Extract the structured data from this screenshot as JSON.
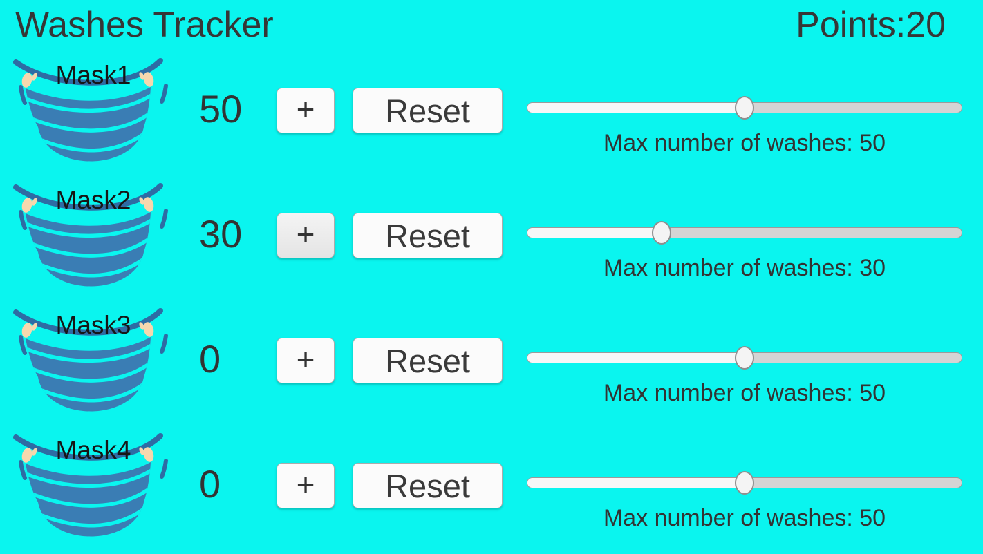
{
  "header": {
    "title": "Washes Tracker",
    "points_label": "Points:",
    "points_value": "20"
  },
  "colors": {
    "background": "#0AF5EF",
    "mask_body": "#3A7DB4",
    "mask_trim": "#2E6CA4",
    "mask_skin": "#F6D8AE",
    "text": "#333333",
    "button_bg": "#FBFBFB",
    "track_rest": "#D4D4D4",
    "track_fill": "#F7F7F7",
    "thumb": "#F4F4F4"
  },
  "rows": [
    {
      "mask_label": "Mask1",
      "count": "50",
      "plus_label": "+",
      "reset_label": "Reset",
      "max_washes_label": "Max number of washes: 50",
      "max_washes_value": 50,
      "slider_percent": 50
    },
    {
      "mask_label": "Mask2",
      "count": "30",
      "plus_label": "+",
      "reset_label": "Reset",
      "max_washes_label": "Max number of washes: 30",
      "max_washes_value": 30,
      "slider_percent": 31
    },
    {
      "mask_label": "Mask3",
      "count": "0",
      "plus_label": "+",
      "reset_label": "Reset",
      "max_washes_label": "Max number of washes: 50",
      "max_washes_value": 50,
      "slider_percent": 50
    },
    {
      "mask_label": "Mask4",
      "count": "0",
      "plus_label": "+",
      "reset_label": "Reset",
      "max_washes_label": "Max number of washes: 50",
      "max_washes_value": 50,
      "slider_percent": 50
    }
  ]
}
